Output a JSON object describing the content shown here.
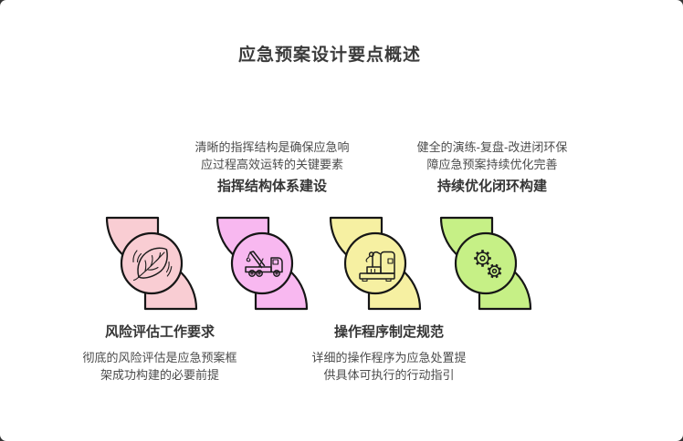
{
  "page": {
    "title": "应急预案设计要点概述",
    "background": "#ffffff",
    "outline_color": "#161616",
    "title_color": "#3b3b3b",
    "body_text_color": "#4b4b4b"
  },
  "items": [
    {
      "title": "风险评估工作要求",
      "desc_line1": "彻底的风险评估是应急预案框",
      "desc_line2": "架成功构建的必要前提",
      "color": "#f9cdd3",
      "icon": "leaf-icon",
      "text_position": "below"
    },
    {
      "title": "指挥结构体系建设",
      "desc_line1": "清晰的指挥结构是确保应急响",
      "desc_line2": "应过程高效运转的关键要素",
      "color": "#f8b8f0",
      "icon": "tow-truck-icon",
      "text_position": "above"
    },
    {
      "title": "操作程序制定规范",
      "desc_line1": "详细的操作程序为应急处置提",
      "desc_line2": "供具体可执行的行动指引",
      "color": "#f6f0a2",
      "icon": "machine-icon",
      "text_position": "below"
    },
    {
      "title": "持续优化闭环构建",
      "desc_line1": "健全的演练-复盘-改进闭环保",
      "desc_line2": "障应急预案持续优化完善",
      "color": "#c6f086",
      "icon": "gears-icon",
      "text_position": "above"
    }
  ]
}
